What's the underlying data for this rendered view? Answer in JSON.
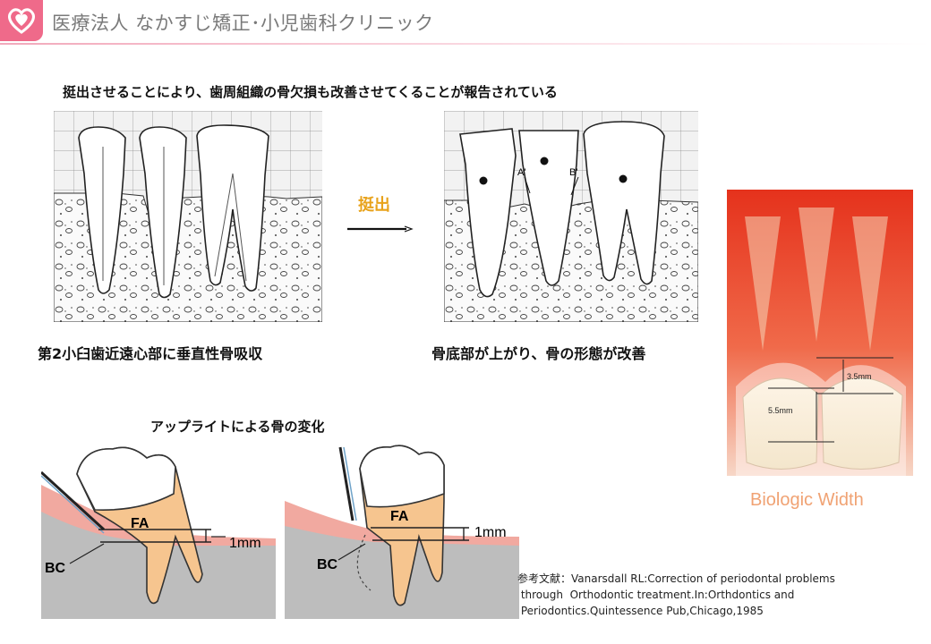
{
  "header": {
    "clinic_name": "医療法人 なかすじ矯正･小児歯科クリニック",
    "logo": "heart-logo-icon"
  },
  "main_caption": "挺出させることにより、歯周組織の骨欠損も改善させてくることが報告されている",
  "before": {
    "caption": "第2小臼歯近遠心部に垂直性骨吸収"
  },
  "after": {
    "caption": "骨底部が上がり、骨の形態が改善",
    "label_a": "A'",
    "label_b": "B'"
  },
  "extrusion": {
    "label": "挺出"
  },
  "upright": {
    "title": "アップライトによる骨の変化",
    "left": {
      "fa": "FA",
      "measure": "1mm",
      "bc": "BC"
    },
    "right": {
      "fa": "FA",
      "measure": "1mm",
      "bc": "BC"
    }
  },
  "biologic_width": {
    "caption": "Biologic Width",
    "measure_left": "5.5mm",
    "measure_right": "3.5mm"
  },
  "reference": {
    "text": "参考文献：Vanarsdall RL:Correction of periodontal problems\n through  Orthodontic treatment.In:Orthdontics and\n Periodontics.Quintessence Pub,Chicago,1985"
  },
  "colors": {
    "accent": "#e8a21a",
    "brand_pink": "#ef6a8a",
    "tooth_fill": "#f6c58f",
    "gum_fill": "#f1a9a0",
    "bone_fill": "#bdbdbd"
  }
}
